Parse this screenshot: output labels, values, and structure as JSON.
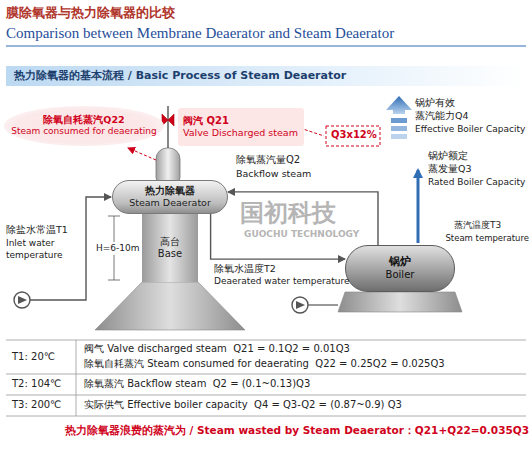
{
  "diagram": {
    "title": "膜除氧器与热力除氧器的比较",
    "nodes": [
      {
        "text": [
          "热力除氧器的基本流程 / Basic Process of Steam Deaerator"
        ]
      },
      {
        "text": [
          "除氧自耗蒸汽Q22",
          "Steam consumed for deaerating"
        ]
      },
      {
        "text": [
          "阀汽 Q21",
          "Valve Discharged steam"
        ]
      },
      {
        "text": [
          "热力除氧器",
          "Steam Deaerator"
        ]
      },
      {
        "text": [
          "高台",
          "Base"
        ]
      },
      {
        "text": [
          "锅炉",
          "Boiler"
        ]
      }
    ],
    "edges": [
      {
        "from": 3,
        "to": 5,
        "arrow": "to"
      },
      {
        "from": 5,
        "to": 3,
        "arrow": "to"
      }
    ],
    "labels": [
      "Comparison between Membrane Deaerator and Steam Deaerator",
      "锅炉有效",
      "蒸汽能力Q4",
      "Effective Boiler Capacity",
      "Q3x12%",
      "除氧蒸汽量Q2",
      "Backflow steam",
      "锅炉额定",
      "蒸发量Q3",
      "Rated Boiler Capacity",
      "国初科技",
      "GUOCHU TECHNOLOGY",
      "蒸汽温度T3",
      "Steam temperature",
      "除盐水常温T1",
      "Inlet water",
      "temperature",
      "H=6-10m",
      "除氧水温度T2",
      "Deaerated water temperature",
      "T1: 20℃",
      "阀气 Valve discharged steam  Q21 = 0.1Q2 = 0.01Q3",
      "除氧自耗蒸汽 Steam consumed for deaerating  Q22 = 0.25Q2 = 0.025Q3",
      "T2: 104℃",
      "除氧蒸汽 Backflow steam  Q2 = (0.1~0.13)Q3",
      "T3: 200℃",
      "实际供气 Effective boiler capacity  Q4 = Q3-Q2 = (0.87~0.9) Q3",
      "热力除氧器浪费的蒸汽为 / Steam wasted by Steam Deaerator：Q21+Q22=0.035Q3"
    ]
  }
}
